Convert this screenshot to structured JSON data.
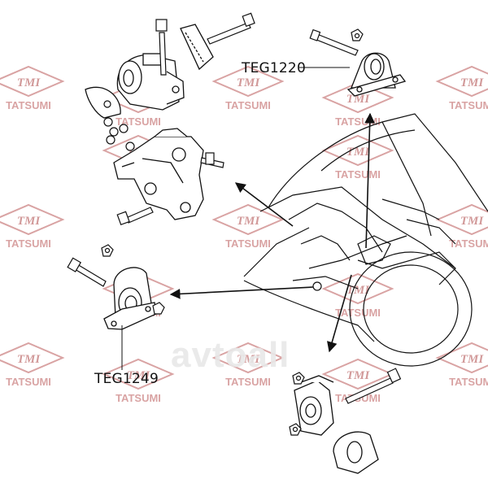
{
  "watermark": {
    "logo_text": "TMI",
    "brand_text": "TATSUMI",
    "color": "#d9a3a3"
  },
  "brand_mark": "avtoall",
  "labels": {
    "part_top": "TEG1220",
    "part_bottom": "TEG1249"
  },
  "icons": [
    "engine-mount-icon",
    "bolt-icon",
    "nut-icon",
    "car-front-icon"
  ],
  "colors": {
    "line": "#111111",
    "background": "#ffffff"
  }
}
